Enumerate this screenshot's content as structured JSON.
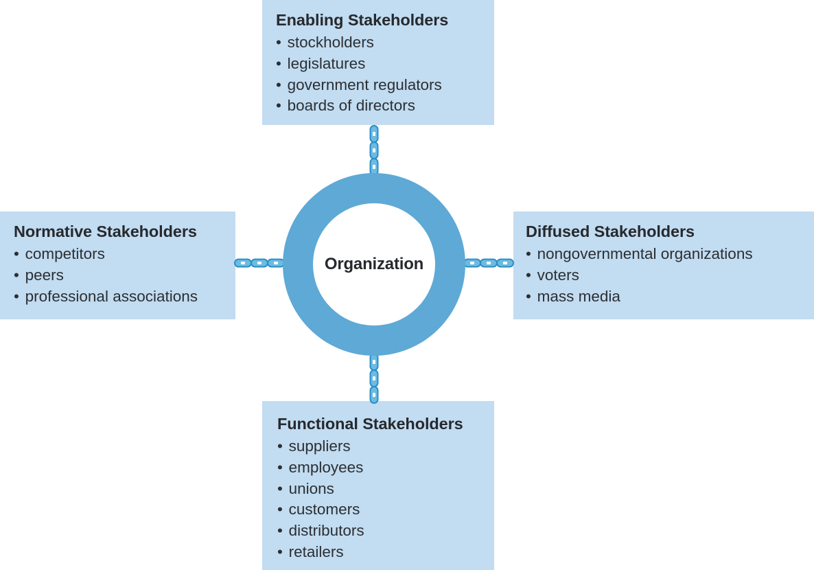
{
  "diagram": {
    "center": {
      "label": "Organization"
    },
    "boxes": [
      {
        "id": "enabling",
        "title": "Enabling Stakeholders",
        "items": [
          "stockholders",
          "legislatures",
          "government regulators",
          "boards of directors"
        ]
      },
      {
        "id": "normative",
        "title": "Normative Stakeholders",
        "items": [
          "competitors",
          "peers",
          "professional associations"
        ]
      },
      {
        "id": "diffused",
        "title": "Diffused Stakeholders",
        "items": [
          "nongovernmental organizations",
          "voters",
          "mass media"
        ]
      },
      {
        "id": "functional",
        "title": "Functional Stakeholders",
        "items": [
          "suppliers",
          "employees",
          "unions",
          "customers",
          "distributors",
          "retailers"
        ]
      }
    ],
    "connectors": [
      {
        "id": "chain-top",
        "orientation": "vertical",
        "links": 3
      },
      {
        "id": "chain-bottom",
        "orientation": "vertical",
        "links": 3
      },
      {
        "id": "chain-left",
        "orientation": "horizontal",
        "links": 3
      },
      {
        "id": "chain-right",
        "orientation": "horizontal",
        "links": 3
      }
    ],
    "colors": {
      "box_fill": "#c2dcf1",
      "ring": "#5ea9d6",
      "ring_inner": "#ffffff",
      "text": "#2b2f33",
      "chain_stroke": "#2a8fc4",
      "chain_fill": "#6dbbe3",
      "background": "#ffffff"
    }
  }
}
